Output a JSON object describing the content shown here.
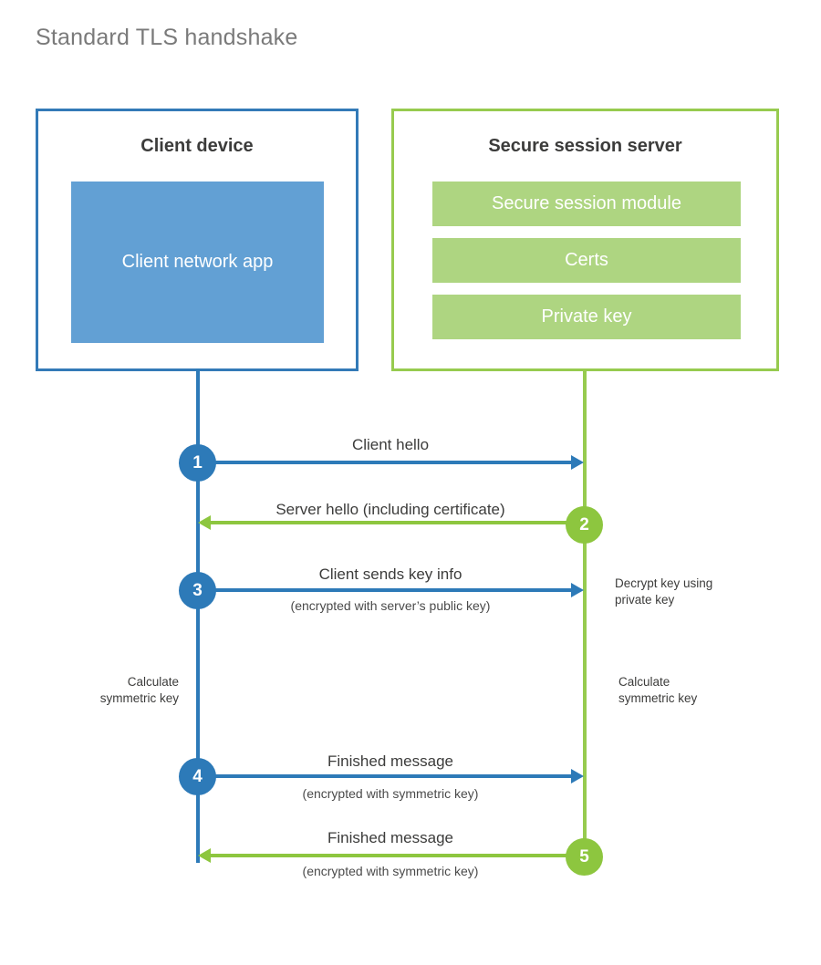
{
  "title": "Standard TLS handshake",
  "colors": {
    "client_blue": "#2d7ab8",
    "client_app_fill": "#62a0d4",
    "server_green": "#97cb4f",
    "server_block_fill": "#aed581",
    "arrow_green": "#8dc63f",
    "title_gray": "#7a7a7a",
    "text_dark": "#3c3c3b"
  },
  "participants": {
    "client": {
      "heading": "Client device",
      "blocks": [
        {
          "label": "Client network app"
        }
      ]
    },
    "server": {
      "heading": "Secure session server",
      "blocks": [
        {
          "label": "Secure session module"
        },
        {
          "label": "Certs"
        },
        {
          "label": "Private key"
        }
      ]
    }
  },
  "steps": [
    {
      "number": "1",
      "label": "Client hello",
      "sublabel": "",
      "direction": "client-to-server",
      "color": "blue"
    },
    {
      "number": "2",
      "label": "Server hello (including certificate)",
      "sublabel": "",
      "direction": "server-to-client",
      "color": "green"
    },
    {
      "number": "3",
      "label": "Client sends key info",
      "sublabel": "(encrypted with server’s public key)",
      "direction": "client-to-server",
      "color": "blue"
    },
    {
      "number": "4",
      "label": "Finished message",
      "sublabel": "(encrypted with symmetric key)",
      "direction": "client-to-server",
      "color": "blue"
    },
    {
      "number": "5",
      "label": "Finished message",
      "sublabel": "(encrypted with symmetric key)",
      "direction": "server-to-client",
      "color": "green"
    }
  ],
  "notes": {
    "decrypt_key": "Decrypt key using\nprivate key",
    "calculate_symmetric_key_client": "Calculate\nsymmetric key",
    "calculate_symmetric_key_server": "Calculate\nsymmetric key"
  }
}
